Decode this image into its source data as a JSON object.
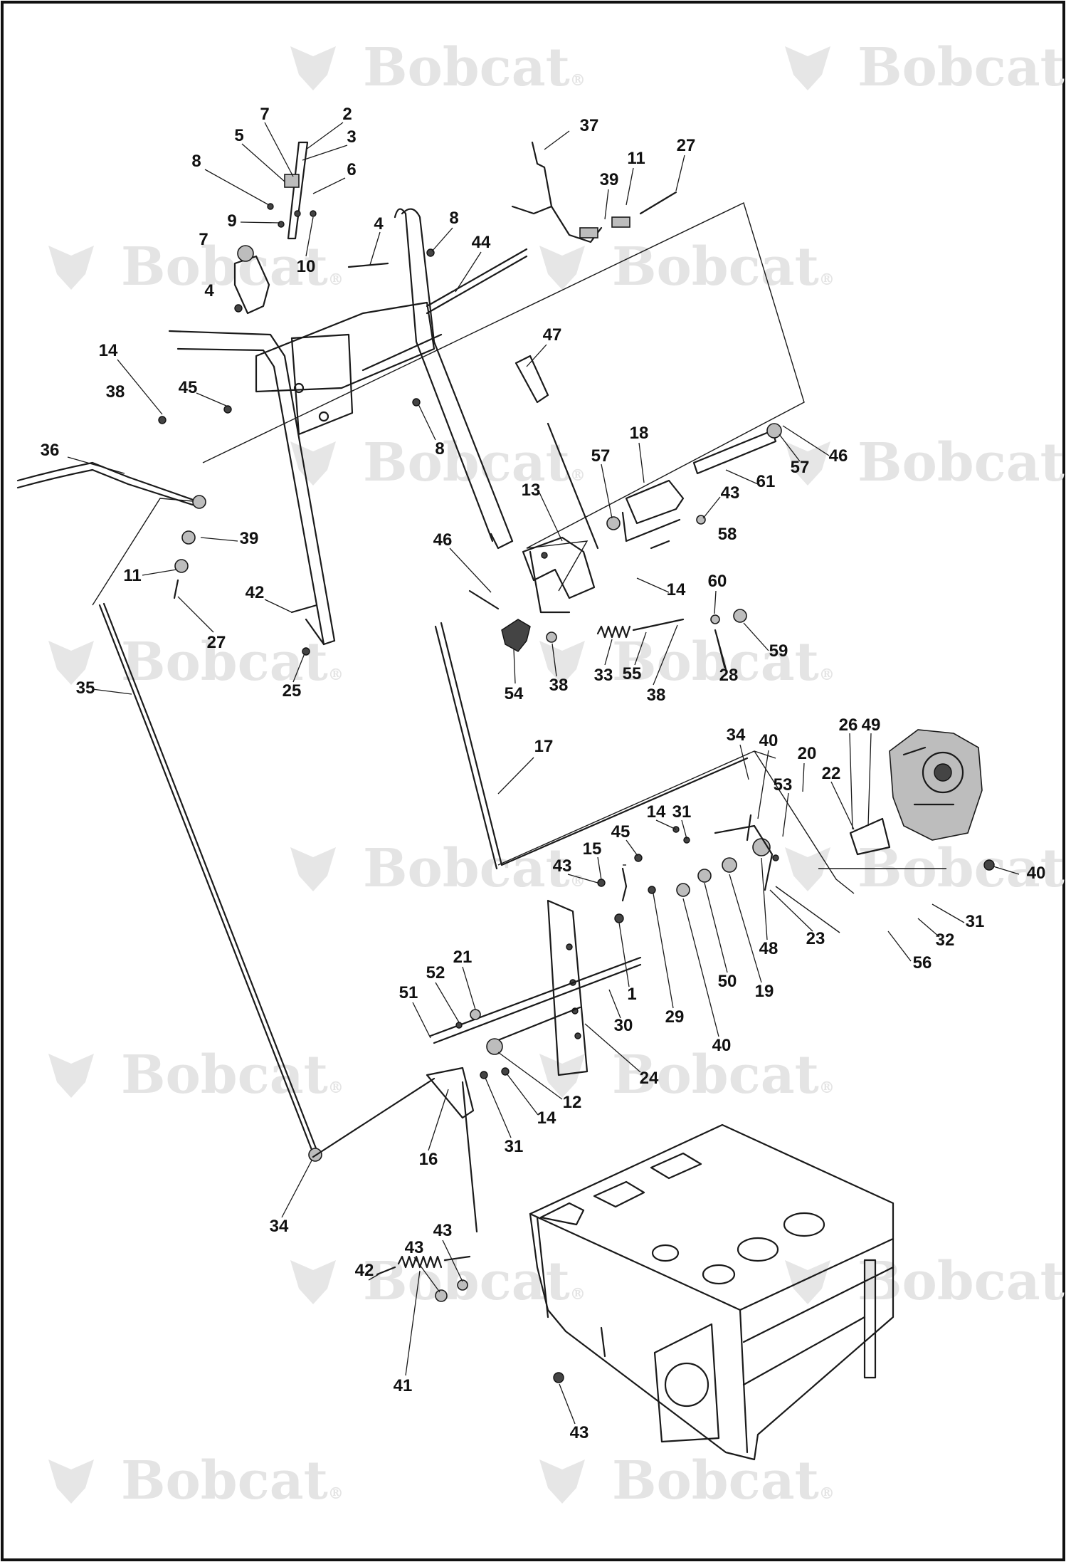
{
  "diagram": {
    "watermark_text": "Bobcat",
    "watermark_mark": "®",
    "colors": {
      "line": "#1a1a1a",
      "watermark": "#e4e4e4",
      "background": "#ffffff"
    },
    "callouts": [
      "7",
      "2",
      "3",
      "5",
      "8",
      "6",
      "9",
      "10",
      "4",
      "8",
      "44",
      "7",
      "4",
      "37",
      "11",
      "27",
      "39",
      "14",
      "38",
      "45",
      "36",
      "39",
      "11",
      "27",
      "42",
      "25",
      "35",
      "47",
      "8",
      "13",
      "18",
      "57",
      "61",
      "57",
      "46",
      "43",
      "58",
      "46",
      "14",
      "60",
      "59",
      "28",
      "54",
      "38",
      "33",
      "55",
      "38",
      "17",
      "34",
      "40",
      "20",
      "26",
      "49",
      "22",
      "53",
      "14",
      "31",
      "45",
      "15",
      "43",
      "40",
      "48",
      "23",
      "31",
      "32",
      "56",
      "50",
      "19",
      "29",
      "40",
      "21",
      "52",
      "51",
      "1",
      "30",
      "24",
      "12",
      "14",
      "31",
      "16",
      "34",
      "43",
      "43",
      "42",
      "41",
      "43"
    ]
  }
}
